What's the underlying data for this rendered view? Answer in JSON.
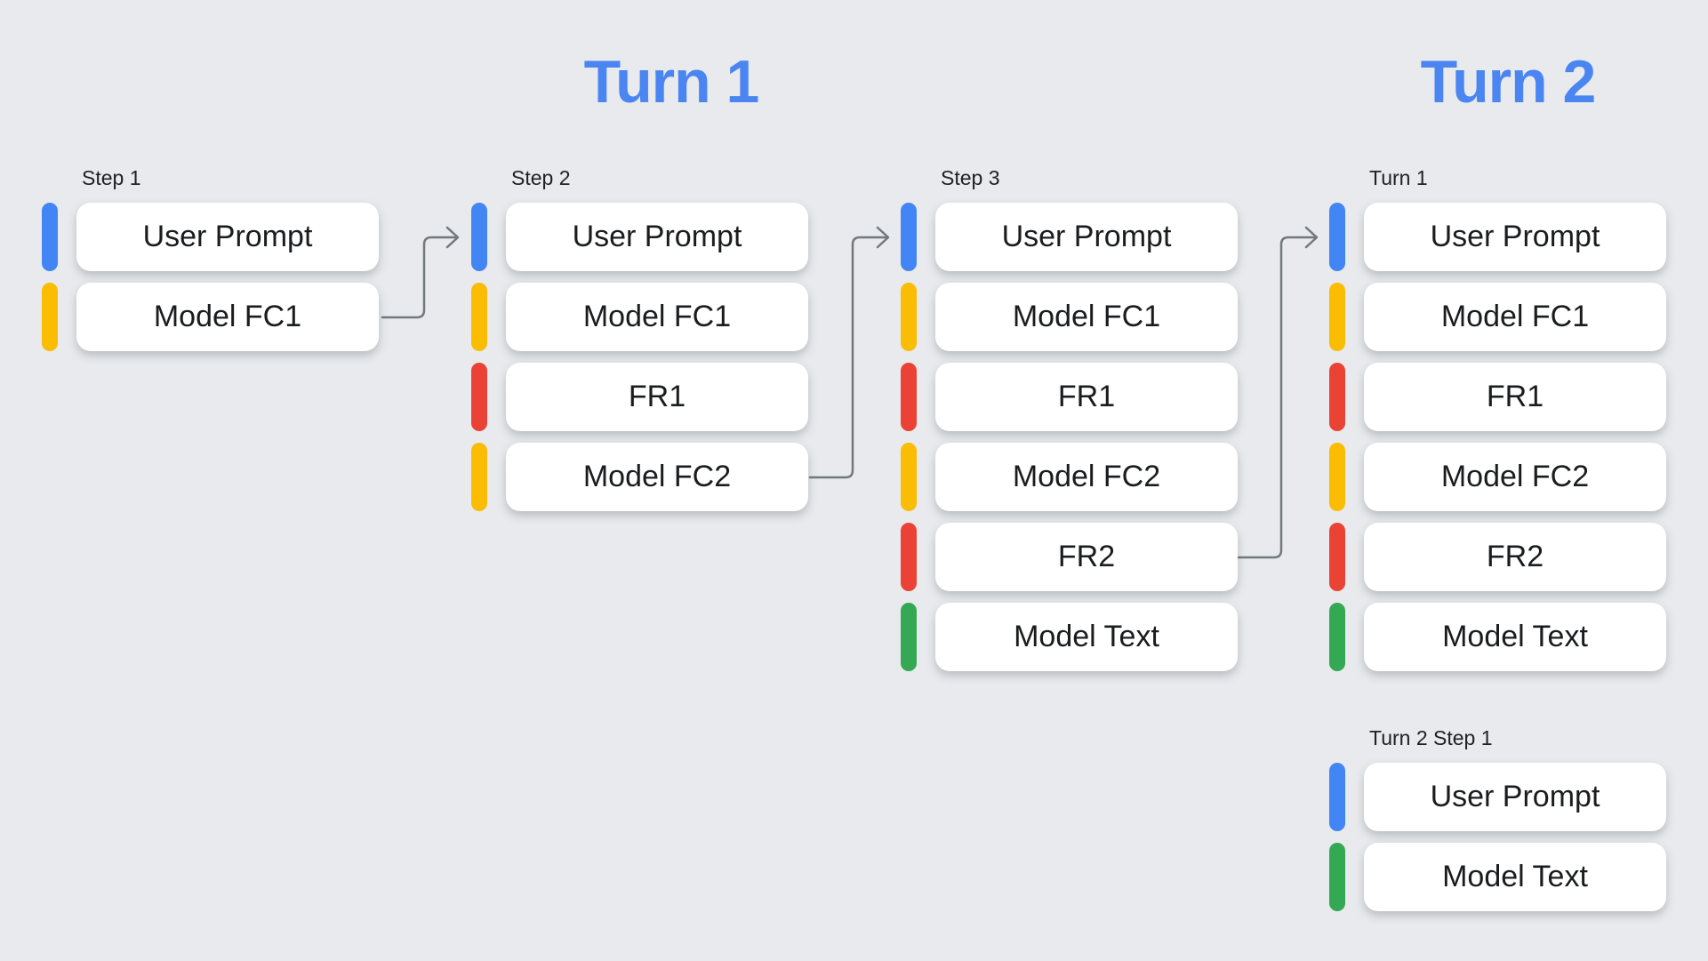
{
  "diagram": {
    "turn1_title": "Turn 1",
    "turn2_title": "Turn 2",
    "columns": [
      {
        "label": "Step 1",
        "items": [
          {
            "text": "User Prompt",
            "role": "user-prompt",
            "color": "blue"
          },
          {
            "text": "Model FC1",
            "role": "model-function-call",
            "color": "yellow"
          }
        ]
      },
      {
        "label": "Step 2",
        "items": [
          {
            "text": "User Prompt",
            "role": "user-prompt",
            "color": "blue"
          },
          {
            "text": "Model FC1",
            "role": "model-function-call",
            "color": "yellow"
          },
          {
            "text": "FR1",
            "role": "function-response",
            "color": "red"
          },
          {
            "text": "Model FC2",
            "role": "model-function-call",
            "color": "yellow"
          }
        ]
      },
      {
        "label": "Step 3",
        "items": [
          {
            "text": "User Prompt",
            "role": "user-prompt",
            "color": "blue"
          },
          {
            "text": "Model FC1",
            "role": "model-function-call",
            "color": "yellow"
          },
          {
            "text": "FR1",
            "role": "function-response",
            "color": "red"
          },
          {
            "text": "Model FC2",
            "role": "model-function-call",
            "color": "yellow"
          },
          {
            "text": "FR2",
            "role": "function-response",
            "color": "red"
          },
          {
            "text": "Model Text",
            "role": "model-text",
            "color": "green"
          }
        ]
      },
      {
        "label": "Turn 1",
        "items": [
          {
            "text": "User Prompt",
            "role": "user-prompt",
            "color": "blue"
          },
          {
            "text": "Model FC1",
            "role": "model-function-call",
            "color": "yellow"
          },
          {
            "text": "FR1",
            "role": "function-response",
            "color": "red"
          },
          {
            "text": "Model FC2",
            "role": "model-function-call",
            "color": "yellow"
          },
          {
            "text": "FR2",
            "role": "function-response",
            "color": "red"
          },
          {
            "text": "Model Text",
            "role": "model-text",
            "color": "green"
          }
        ]
      },
      {
        "label": "Turn 2 Step 1",
        "items": [
          {
            "text": "User Prompt",
            "role": "user-prompt",
            "color": "blue"
          },
          {
            "text": "Model Text",
            "role": "model-text",
            "color": "green"
          }
        ]
      }
    ],
    "arrows": [
      {
        "from": "Step 1 / Model FC1",
        "to": "Step 2 / User Prompt"
      },
      {
        "from": "Step 2 / Model FC2",
        "to": "Step 3 / User Prompt"
      },
      {
        "from": "Step 3 / FR2",
        "to": "Turn 1 / User Prompt"
      }
    ],
    "colors": {
      "background": "#E8EAED",
      "title_blue": "#4A85F1",
      "bar_blue": "#4285F4",
      "bar_yellow": "#FBBC04",
      "bar_red": "#EA4335",
      "bar_green": "#34A853",
      "arrow_gray": "#73787D",
      "card_bg": "#FFFFFF",
      "text_dark": "#202124"
    }
  }
}
